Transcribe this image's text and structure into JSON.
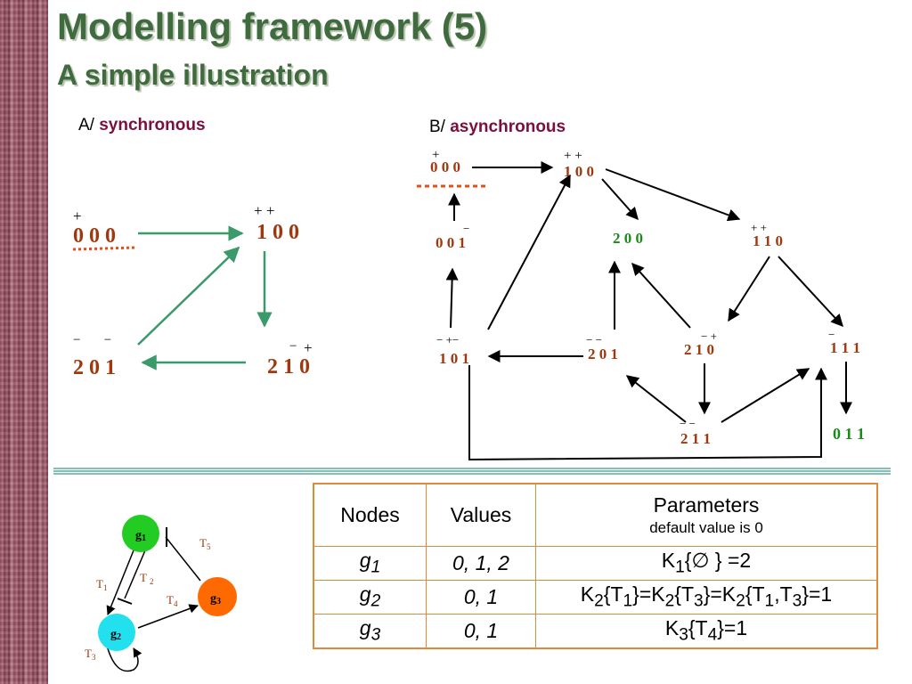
{
  "title": "Modelling framework (5)",
  "subtitle": "A simple illustration",
  "panel_a": {
    "prefix": "A/",
    "label": "synchronous",
    "states": {
      "s000": "0 0 0",
      "s100": "1 0 0",
      "s210": "2 1 0",
      "s201": "2 0 1"
    },
    "marks": {
      "s000": "+",
      "s100": "+ +",
      "s210_minus": "−",
      "s210_plus": "+",
      "s201": "−       −"
    }
  },
  "panel_b": {
    "prefix": "B/",
    "label": "asynchronous",
    "states": {
      "s000": "0 0 0",
      "s100": "1 0 0",
      "s001": "0 0 1",
      "s200": "2 0 0",
      "s110": "1 1 0",
      "s101": "1 0 1",
      "s201": "2 0 1",
      "s210": "2 1 0",
      "s111": "1 1 1",
      "s211": "2 1 1",
      "s011": "0 1 1"
    }
  },
  "graph": {
    "nodes": [
      "g1",
      "g2",
      "g3"
    ],
    "edges": [
      "T1",
      "T2",
      "T3",
      "T4",
      "T5"
    ]
  },
  "table": {
    "headers": [
      "Nodes",
      "Values",
      "Parameters"
    ],
    "header_note": "default value is 0",
    "rows": [
      {
        "node": "g1",
        "values": "0, 1, 2",
        "params": "K1{∅ } =2"
      },
      {
        "node": "g2",
        "values": "0, 1",
        "params": "K2{T1}=K2{T3}=K2{T1,T3}=1"
      },
      {
        "node": "g3",
        "values": "0, 1",
        "params": "K3{T4}=1"
      }
    ]
  },
  "colors": {
    "title": "#3f6b3f",
    "state_brown": "#a0380f",
    "state_green": "#1a8a1a",
    "arrow_green": "#3a9a6a",
    "label_purple": "#7a1040",
    "table_border": "#e08a3c",
    "dotted": "#e0501a",
    "g1": "#22cc22",
    "g2": "#22e0ee",
    "g3": "#ff6a00"
  }
}
